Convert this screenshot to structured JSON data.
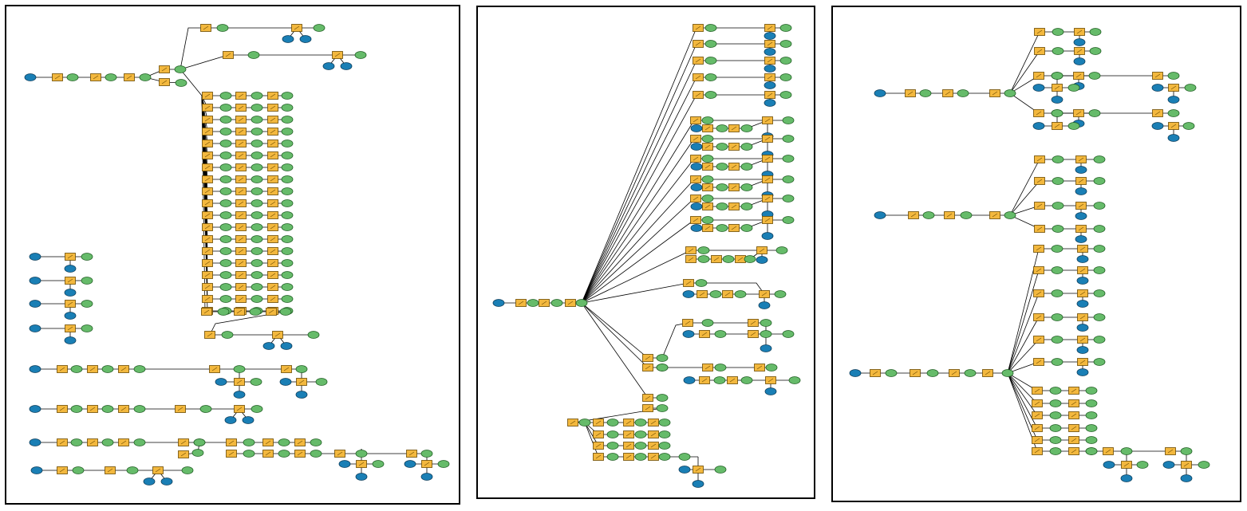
{
  "colors": {
    "frame": "#000000",
    "edge": "#000000",
    "process_fill": "#f3b83e",
    "process_stroke": "#6b4a00",
    "green_node": "#66bb6a",
    "green_stroke": "#1f5e22",
    "blue_node": "#1a7fb5",
    "blue_stroke": "#0b3c5a"
  },
  "node_types": {
    "P": "process-box",
    "G": "green-ellipse",
    "B": "blue-ellipse"
  },
  "panels": [
    {
      "name": "panel-left",
      "graph": "model-builder-graph-1"
    },
    {
      "name": "panel-middle",
      "graph": "model-builder-graph-2"
    },
    {
      "name": "panel-right",
      "graph": "model-builder-graph-3"
    }
  ]
}
